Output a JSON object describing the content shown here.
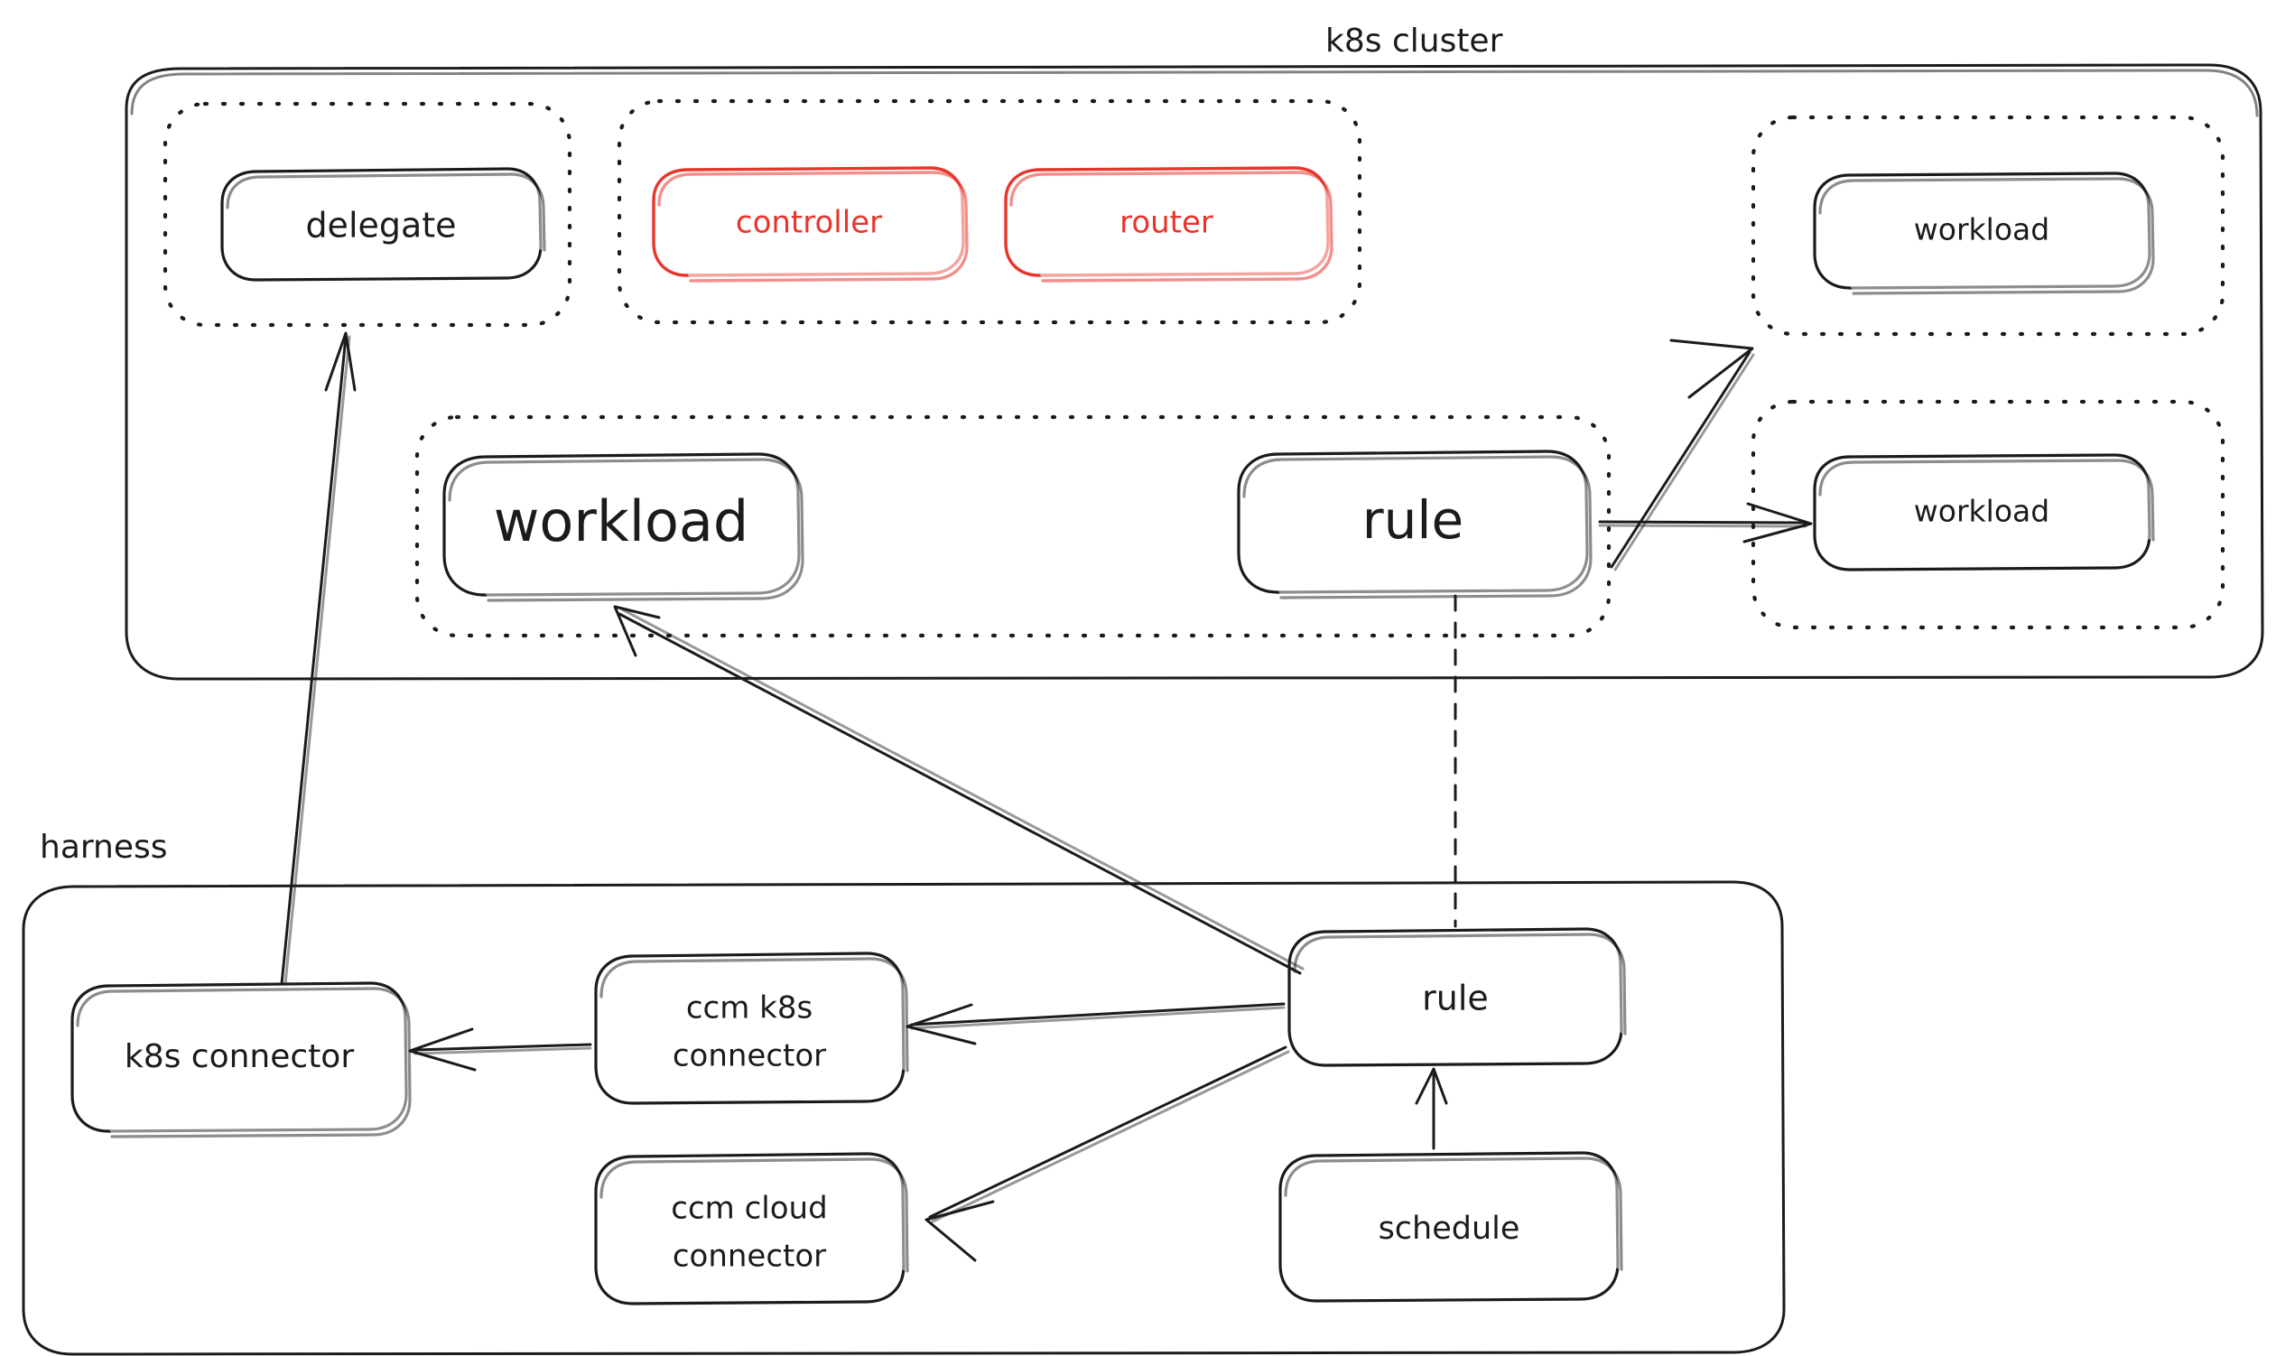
{
  "diagram": {
    "title_k8s": "k8s cluster",
    "title_harness": "harness",
    "colors": {
      "ink": "#1b1b1b",
      "accent_red": "#e8352b",
      "background": "#ffffff"
    }
  },
  "k8s_cluster": {
    "label": "k8s cluster",
    "groups": [
      {
        "id": "delegate-group",
        "nodes": [
          {
            "id": "delegate",
            "label": "delegate",
            "color": "ink"
          }
        ]
      },
      {
        "id": "control-plane-group",
        "nodes": [
          {
            "id": "controller",
            "label": "controller",
            "color": "red"
          },
          {
            "id": "router",
            "label": "router",
            "color": "red"
          }
        ]
      },
      {
        "id": "workload-top-right-group",
        "nodes": [
          {
            "id": "workload-top-right",
            "label": "workload",
            "color": "ink"
          }
        ]
      },
      {
        "id": "workload-bottom-right-group",
        "nodes": [
          {
            "id": "workload-bottom-right",
            "label": "workload",
            "color": "ink"
          }
        ]
      },
      {
        "id": "workload-rule-group",
        "nodes": [
          {
            "id": "workload-main",
            "label": "workload",
            "color": "ink"
          },
          {
            "id": "rule-cluster",
            "label": "rule",
            "color": "ink"
          }
        ]
      }
    ]
  },
  "harness": {
    "label": "harness",
    "nodes": [
      {
        "id": "k8s-connector",
        "label": "k8s connector"
      },
      {
        "id": "ccm-k8s-connector",
        "label": "ccm k8s\nconnector",
        "line1": "ccm k8s",
        "line2": "connector"
      },
      {
        "id": "ccm-cloud-connector",
        "label": "ccm cloud\nconnector",
        "line1": "ccm cloud",
        "line2": "connector"
      },
      {
        "id": "rule-harness",
        "label": "rule"
      },
      {
        "id": "schedule",
        "label": "schedule"
      }
    ]
  },
  "edges": [
    {
      "from": "k8s-connector",
      "to": "delegate",
      "style": "solid"
    },
    {
      "from": "rule-harness",
      "to": "workload-main",
      "style": "solid"
    },
    {
      "from": "rule-harness",
      "to": "ccm-k8s-connector",
      "style": "solid"
    },
    {
      "from": "rule-harness",
      "to": "ccm-cloud-connector",
      "style": "solid"
    },
    {
      "from": "ccm-k8s-connector",
      "to": "k8s-connector",
      "style": "solid"
    },
    {
      "from": "schedule",
      "to": "rule-harness",
      "style": "solid"
    },
    {
      "from": "rule-cluster",
      "to": "workload-top-right",
      "style": "solid"
    },
    {
      "from": "rule-cluster",
      "to": "workload-bottom-right",
      "style": "solid"
    },
    {
      "from": "rule-cluster",
      "to": "rule-harness",
      "style": "dashed"
    }
  ]
}
